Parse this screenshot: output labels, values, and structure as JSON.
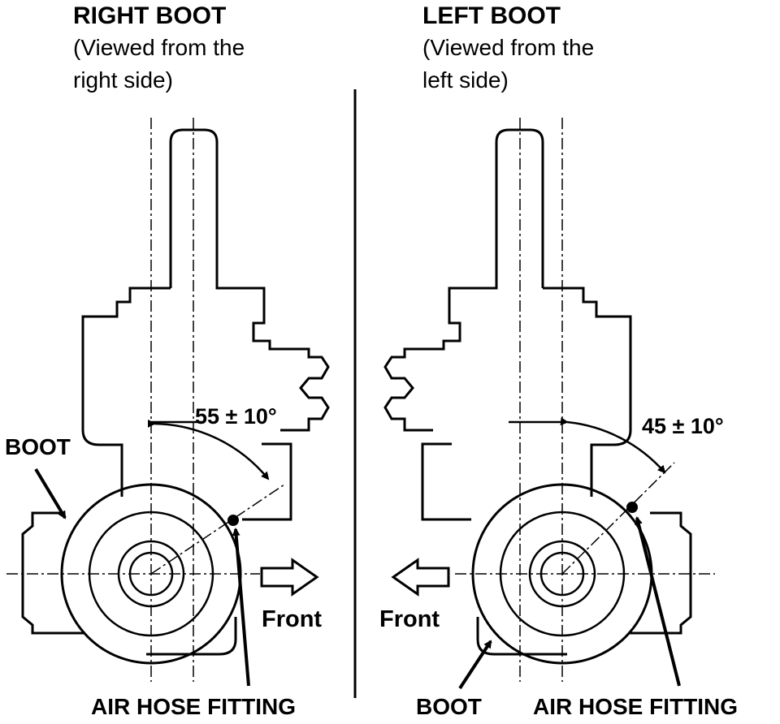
{
  "right_view": {
    "title": "RIGHT BOOT",
    "subtitle_line1": "(Viewed from the",
    "subtitle_line2": "right side)",
    "angle_label": "55 ± 10°",
    "boot_label": "BOOT",
    "front_label": "Front",
    "fitting_label": "AIR HOSE FITTING"
  },
  "left_view": {
    "title": "LEFT BOOT",
    "subtitle_line1": "(Viewed from the",
    "subtitle_line2": "left side)",
    "angle_label": "45 ± 10°",
    "boot_label": "BOOT",
    "front_label": "Front",
    "fitting_label": "AIR HOSE FITTING"
  }
}
